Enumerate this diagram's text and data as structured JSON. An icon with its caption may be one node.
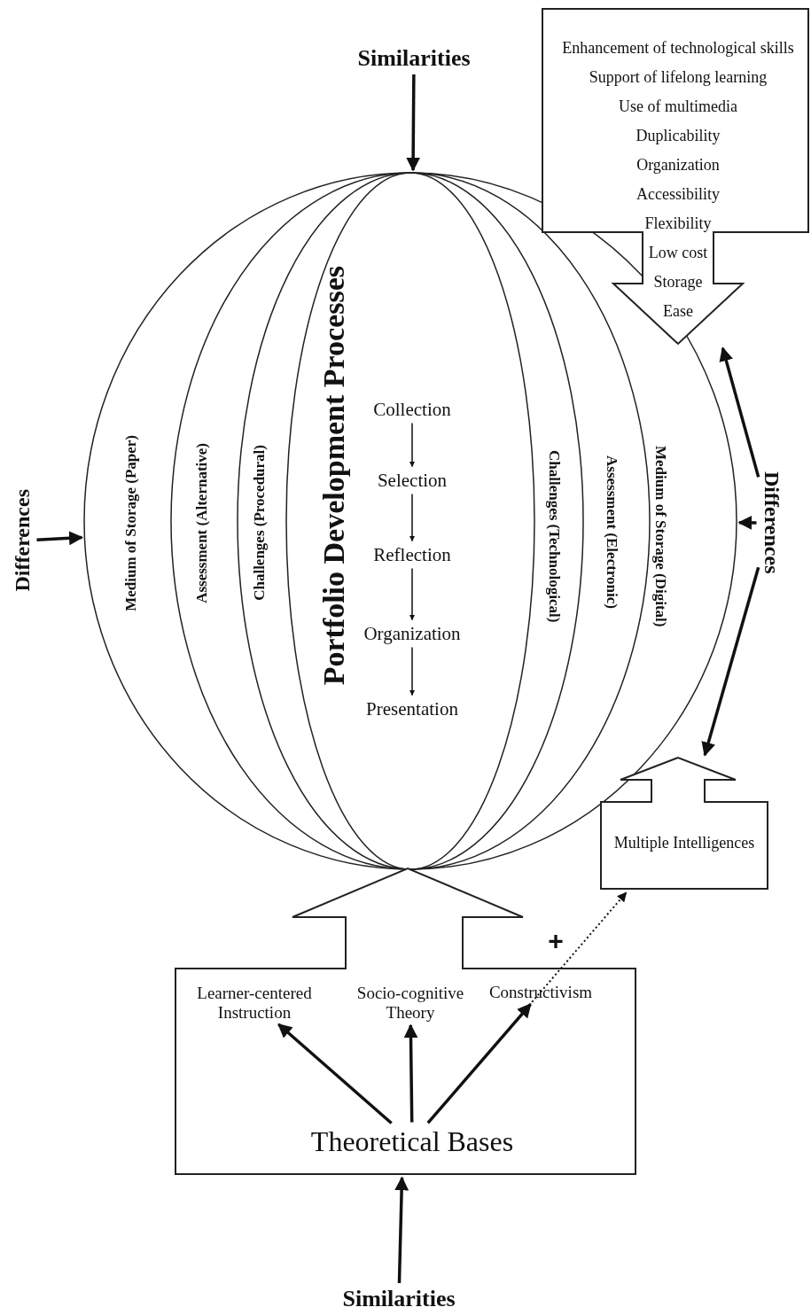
{
  "diagram": {
    "nodes": [
      {
        "text": [
          "Portfolio Development Processes"
        ]
      },
      {
        "text": [
          "Medium of Storage (Paper)"
        ],
        "in": 0
      },
      {
        "text": [
          "Assessment (Alternative)"
        ],
        "in": 0
      },
      {
        "text": [
          "Challenges (Procedural)"
        ],
        "in": 0
      },
      {
        "text": [
          "Collection"
        ],
        "in": 0
      },
      {
        "text": [
          "Selection"
        ],
        "in": 0
      },
      {
        "text": [
          "Reflection"
        ],
        "in": 0
      },
      {
        "text": [
          "Organization"
        ],
        "in": 0
      },
      {
        "text": [
          "Presentation"
        ],
        "in": 0
      },
      {
        "text": [
          "Challenges (Technological)"
        ],
        "in": 0
      },
      {
        "text": [
          "Assessment (Electronic)"
        ],
        "in": 0
      },
      {
        "text": [
          "Medium of Storage (Digital)"
        ],
        "in": 0
      },
      {
        "text": [
          "Similarities"
        ]
      },
      {
        "text": [
          "Differences"
        ]
      },
      {
        "text": [
          "Differences"
        ]
      },
      {
        "text": [
          "Enhancement of technological skills",
          "Support of lifelong learning",
          "Use of multimedia",
          "Duplicability",
          "Organization",
          "Accessibility",
          "Flexibility",
          "Low cost",
          "Storage",
          "Ease"
        ]
      },
      {
        "text": [
          "Multiple Intelligences"
        ]
      },
      {
        "text": [],
        "shape": "box"
      },
      {
        "text": [
          "Theoretical Bases"
        ],
        "in": 17
      },
      {
        "text": [
          "Learner-centered Instruction"
        ],
        "in": 17
      },
      {
        "text": [
          "Socio-cognitive Theory"
        ],
        "in": 17
      },
      {
        "text": [
          "Constructivism"
        ],
        "in": 17
      },
      {
        "text": [
          "Similarities"
        ]
      }
    ],
    "edges": [
      {
        "from": 12,
        "to": 0,
        "arrow": "to"
      },
      {
        "from": 13,
        "to": 0,
        "arrow": "to"
      },
      {
        "from": 14,
        "to": 0,
        "arrow": "to"
      },
      {
        "from": 14,
        "to": 15,
        "arrow": "to"
      },
      {
        "from": 14,
        "to": 16,
        "arrow": "to"
      },
      {
        "from": 4,
        "to": 5,
        "arrow": "to"
      },
      {
        "from": 5,
        "to": 6,
        "arrow": "to"
      },
      {
        "from": 6,
        "to": 7,
        "arrow": "to"
      },
      {
        "from": 7,
        "to": 8,
        "arrow": "to"
      },
      {
        "from": 18,
        "to": 19,
        "arrow": "to"
      },
      {
        "from": 18,
        "to": 20,
        "arrow": "to"
      },
      {
        "from": 18,
        "to": 21,
        "arrow": "to"
      },
      {
        "from": 18,
        "to": 16,
        "arrow": "to",
        "style": "dashed",
        "label": "+"
      },
      {
        "from": 22,
        "to": 17,
        "arrow": "to"
      }
    ]
  }
}
